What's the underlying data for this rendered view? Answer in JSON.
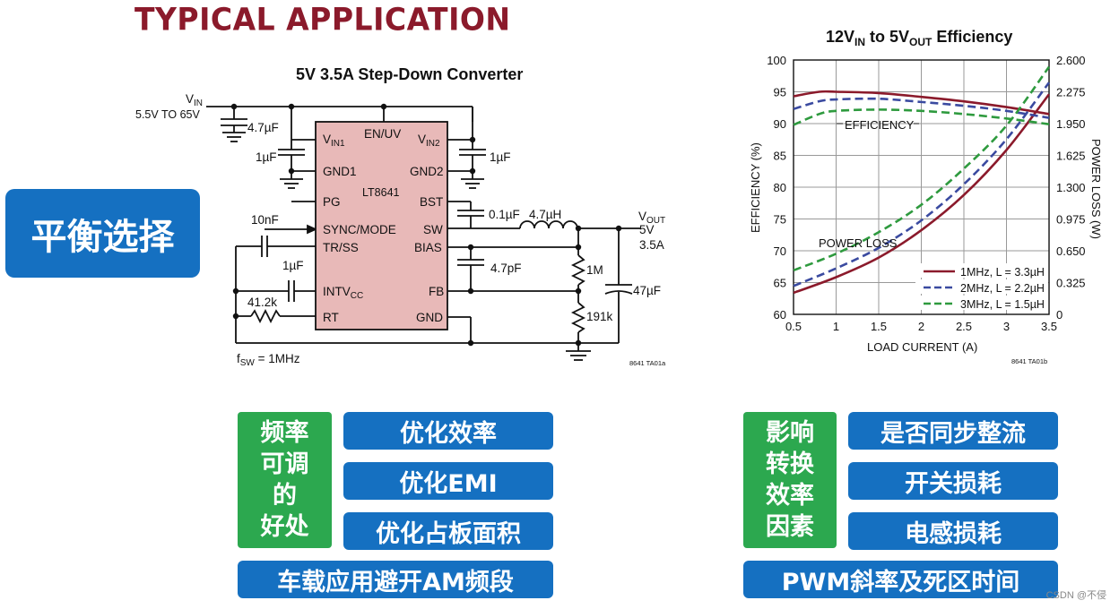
{
  "header": {
    "title": "TYPICAL APPLICATION"
  },
  "side_label": "平衡选择",
  "schematic": {
    "title": "5V 3.5A Step-Down Converter",
    "vin_label": "V",
    "vin_sub": "IN",
    "vin_range": "5.5V TO 65V",
    "ic_name": "LT8641",
    "pins": {
      "en_uv": "EN/UV",
      "vin1": "V",
      "vin1_sub": "IN1",
      "vin2": "V",
      "vin2_sub": "IN2",
      "gnd1": "GND1",
      "gnd2": "GND2",
      "pg": "PG",
      "bst": "BST",
      "sync": "SYNC/MODE",
      "sw": "SW",
      "trss": "TR/SS",
      "bias": "BIAS",
      "intvcc": "INTV",
      "intvcc_sub": "CC",
      "fb": "FB",
      "rt": "RT",
      "gnd": "GND"
    },
    "components": {
      "c_in": "4.7µF",
      "c_vin1": "1µF",
      "c_vin2": "1µF",
      "c_bst": "0.1µF",
      "l_out": "4.7µH",
      "c_ss": "10nF",
      "c_intvcc": "1µF",
      "r_rt": "41.2k",
      "c_ff": "4.7pF",
      "r_top": "1M",
      "r_bot": "191k",
      "c_out": "47µF"
    },
    "vout_label": "V",
    "vout_sub": "OUT",
    "vout_v": "5V",
    "vout_i": "3.5A",
    "fsw_f": "f",
    "fsw_sub": "SW",
    "fsw_val": " = 1MHz",
    "code": "8641 TA01a"
  },
  "chart_data": {
    "type": "line",
    "title": "12VIN to 5VOUT Efficiency",
    "title_parts": {
      "a": "12V",
      "a_sub": "IN",
      "b": " to 5V",
      "b_sub": "OUT",
      "c": " Efficiency"
    },
    "xlabel": "LOAD CURRENT (A)",
    "ylabel": "EFFICIENCY (%)",
    "y2label": "POWER LOSS (W)",
    "xlim": [
      0.5,
      3.5
    ],
    "ylim": [
      60,
      100
    ],
    "y2lim": [
      0,
      2.6
    ],
    "x_ticks": [
      "0.5",
      "1",
      "1.5",
      "2",
      "2.5",
      "3",
      "3.5"
    ],
    "y_ticks": [
      "60",
      "65",
      "70",
      "75",
      "80",
      "85",
      "90",
      "95",
      "100"
    ],
    "y2_ticks": [
      "0",
      "0.325",
      "0.650",
      "0.975",
      "1.300",
      "1.625",
      "1.950",
      "2.275",
      "2.600"
    ],
    "annotations": {
      "efficiency": "EFFICIENCY",
      "power_loss": "POWER LOSS"
    },
    "code": "8641 TA01b",
    "series": [
      {
        "name": "1MHz, L = 3.3µH",
        "color": "#8b1a2b",
        "dash": "solid",
        "efficiency": {
          "x": [
            0.5,
            0.8,
            1.0,
            1.5,
            2.0,
            2.5,
            3.0,
            3.5
          ],
          "y": [
            94.3,
            95.0,
            95.0,
            94.8,
            94.2,
            93.5,
            92.6,
            91.5
          ]
        },
        "loss": {
          "x": [
            0.5,
            1.0,
            1.5,
            2.0,
            2.5,
            3.0,
            3.5
          ],
          "y": [
            0.22,
            0.38,
            0.58,
            0.86,
            1.22,
            1.68,
            2.25
          ]
        }
      },
      {
        "name": "2MHz, L = 2.2µH",
        "color": "#3a4aa0",
        "dash": "dashed",
        "efficiency": {
          "x": [
            0.5,
            0.8,
            1.0,
            1.5,
            2.0,
            2.5,
            3.0,
            3.5
          ],
          "y": [
            92.3,
            93.5,
            93.8,
            93.9,
            93.4,
            92.8,
            92.0,
            90.9
          ]
        },
        "loss": {
          "x": [
            0.5,
            1.0,
            1.5,
            2.0,
            2.5,
            3.0,
            3.5
          ],
          "y": [
            0.29,
            0.47,
            0.68,
            0.96,
            1.33,
            1.79,
            2.37
          ]
        }
      },
      {
        "name": "3MHz, L = 1.5µH",
        "color": "#2e9a3e",
        "dash": "dashed",
        "efficiency": {
          "x": [
            0.5,
            0.8,
            1.0,
            1.5,
            2.0,
            2.5,
            3.0,
            3.5
          ],
          "y": [
            89.8,
            91.5,
            92.0,
            92.2,
            92.0,
            91.5,
            90.8,
            89.9
          ]
        },
        "loss": {
          "x": [
            0.5,
            1.0,
            1.5,
            2.0,
            2.5,
            3.0,
            3.5
          ],
          "y": [
            0.45,
            0.62,
            0.84,
            1.12,
            1.49,
            1.93,
            2.53
          ]
        }
      }
    ]
  },
  "left_group": {
    "label": "频率\n可调\n的\n好处",
    "items": [
      "优化效率",
      "优化EMI",
      "优化占板面积"
    ],
    "wide": "车载应用避开AM频段"
  },
  "right_group": {
    "label": "影响\n转换\n效率\n因素",
    "items": [
      "是否同步整流",
      "开关损耗",
      "电感损耗"
    ],
    "wide": "PWM斜率及死区时间"
  },
  "watermark": "CSDN @不侵"
}
